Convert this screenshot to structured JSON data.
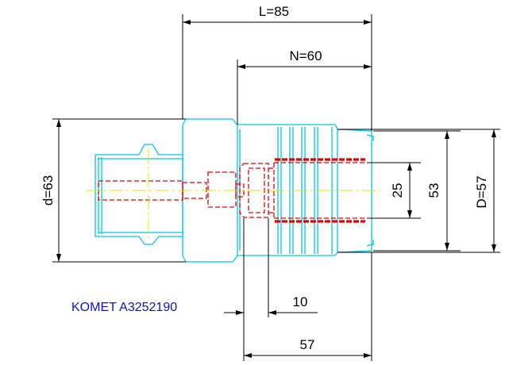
{
  "caption": "KOMET A3252190",
  "dimensions": {
    "L": "L=85",
    "N": "N=60",
    "d": "d=63",
    "D": "D=57",
    "bore_53": "53",
    "bore_25": "25",
    "depth_10": "10",
    "length_57": "57"
  },
  "colors": {
    "outline": "#00c8e6",
    "hidden": "#e60000",
    "centerline": "#e6e600",
    "dimension": "#000000",
    "caption": "#1010d0"
  }
}
